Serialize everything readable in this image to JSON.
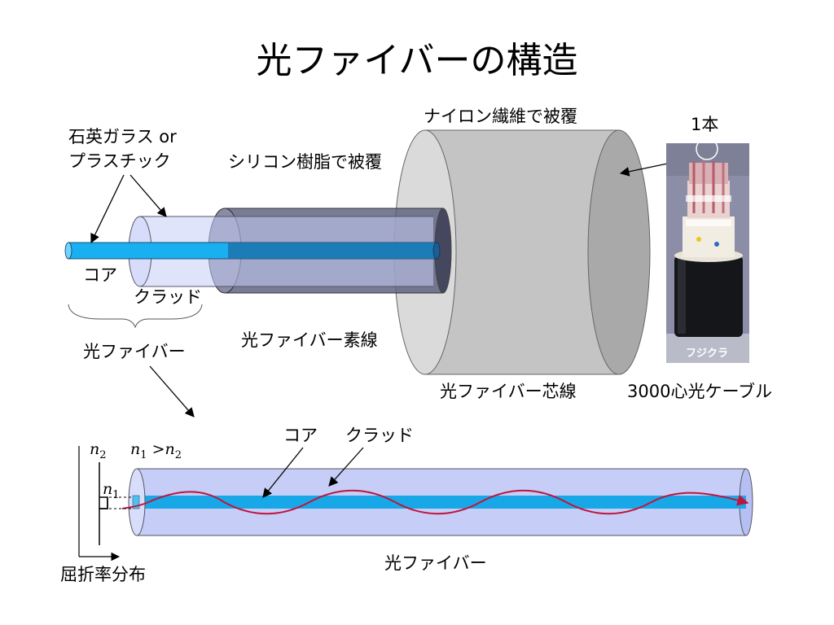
{
  "title": "光ファイバーの構造",
  "labels": {
    "material_line1": "石英ガラス or",
    "material_line2": "プラスチック",
    "silicone": "シリコン樹脂で被覆",
    "nylon": "ナイロン繊維で被覆",
    "one_strand": "1本",
    "core": "コア",
    "clad": "クラッド",
    "fiber": "光ファイバー",
    "bare_fiber": "光ファイバー素線",
    "fiber_cord": "光ファイバー芯線",
    "cable": "3000心光ケーブル",
    "core2": "コア",
    "clad2": "クラッド",
    "fiber_bottom": "光ファイバー",
    "refractive_profile": "屈折率分布",
    "n": "n",
    "sub1": "1",
    "sub2": "2",
    "gt": ">"
  },
  "photo": {
    "brand": "フジクラ"
  },
  "colors": {
    "core": "#1ab4f0",
    "clad": "#c8d0f8",
    "silicone": "#7d7f9a",
    "nylon": "#c4c4c4",
    "ray": "#c0143c"
  },
  "icons": [
    "arrow-icon",
    "brace-icon",
    "cable-photo"
  ]
}
